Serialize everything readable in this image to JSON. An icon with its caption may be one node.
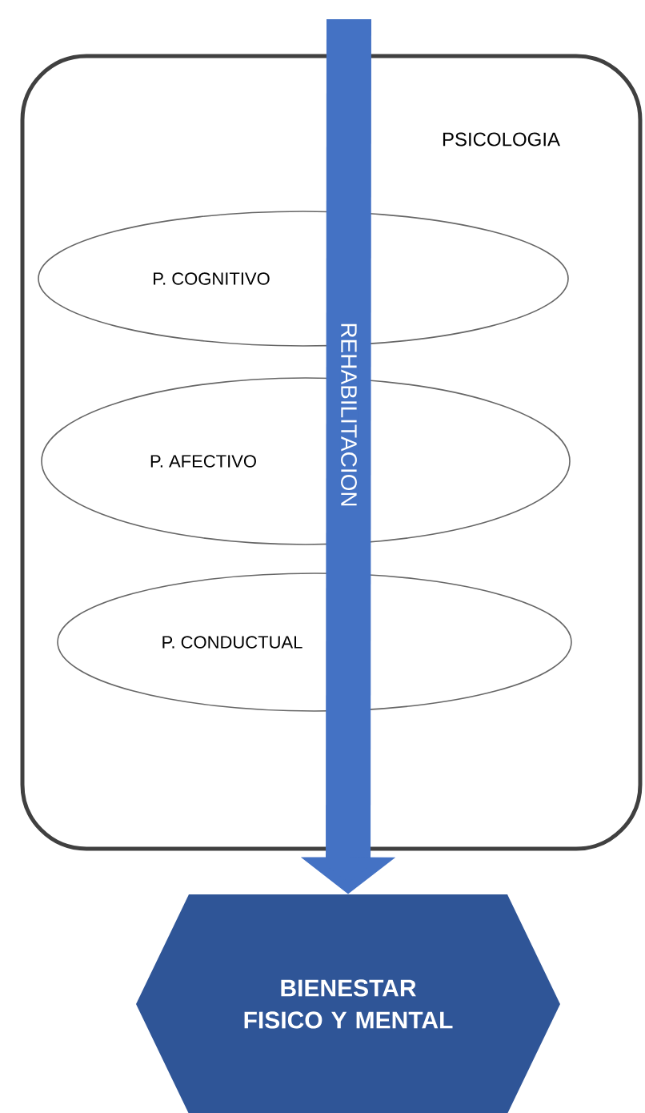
{
  "diagram": {
    "nodes": [
      {
        "text": [
          "PSICOLOGIA"
        ]
      },
      {
        "text": [
          "P. COGNITIVO"
        ],
        "in": 0
      },
      {
        "text": [
          "P. AFECTIVO"
        ],
        "in": 0
      },
      {
        "text": [
          "P. CONDUCTUAL"
        ],
        "in": 0
      },
      {
        "text": [
          "BIENESTAR FISICO Y MENTAL"
        ]
      }
    ],
    "edges": [
      {
        "from": null,
        "to": 4,
        "arrow": "to",
        "label": "REHABILITACION"
      }
    ]
  }
}
